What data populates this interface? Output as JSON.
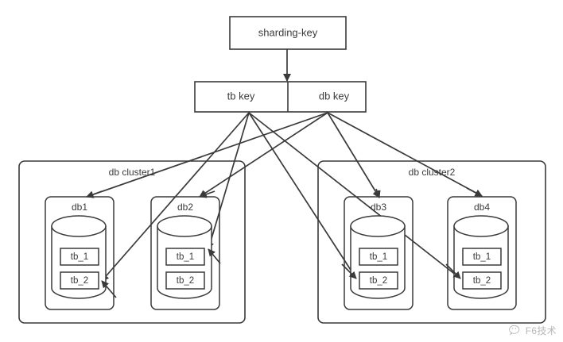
{
  "diagram": {
    "title_node": {
      "label": "sharding-key"
    },
    "key_router": {
      "left": {
        "label": "tb key"
      },
      "right": {
        "label": "db key"
      }
    },
    "clusters": [
      {
        "label": "db cluster1",
        "databases": [
          {
            "label": "db1",
            "tables": [
              {
                "label": "tb_1"
              },
              {
                "label": "tb_2"
              }
            ]
          },
          {
            "label": "db2",
            "tables": [
              {
                "label": "tb_1"
              },
              {
                "label": "tb_2"
              }
            ]
          }
        ]
      },
      {
        "label": "db cluster2",
        "databases": [
          {
            "label": "db3",
            "tables": [
              {
                "label": "tb_1"
              },
              {
                "label": "tb_2"
              }
            ]
          },
          {
            "label": "db4",
            "tables": [
              {
                "label": "tb_1"
              },
              {
                "label": "tb_2"
              }
            ]
          }
        ]
      }
    ],
    "watermark": {
      "text": "F6技术"
    },
    "colors": {
      "stroke": "#3a3a3a",
      "text": "#3a3a3a",
      "background": "#ffffff"
    }
  }
}
